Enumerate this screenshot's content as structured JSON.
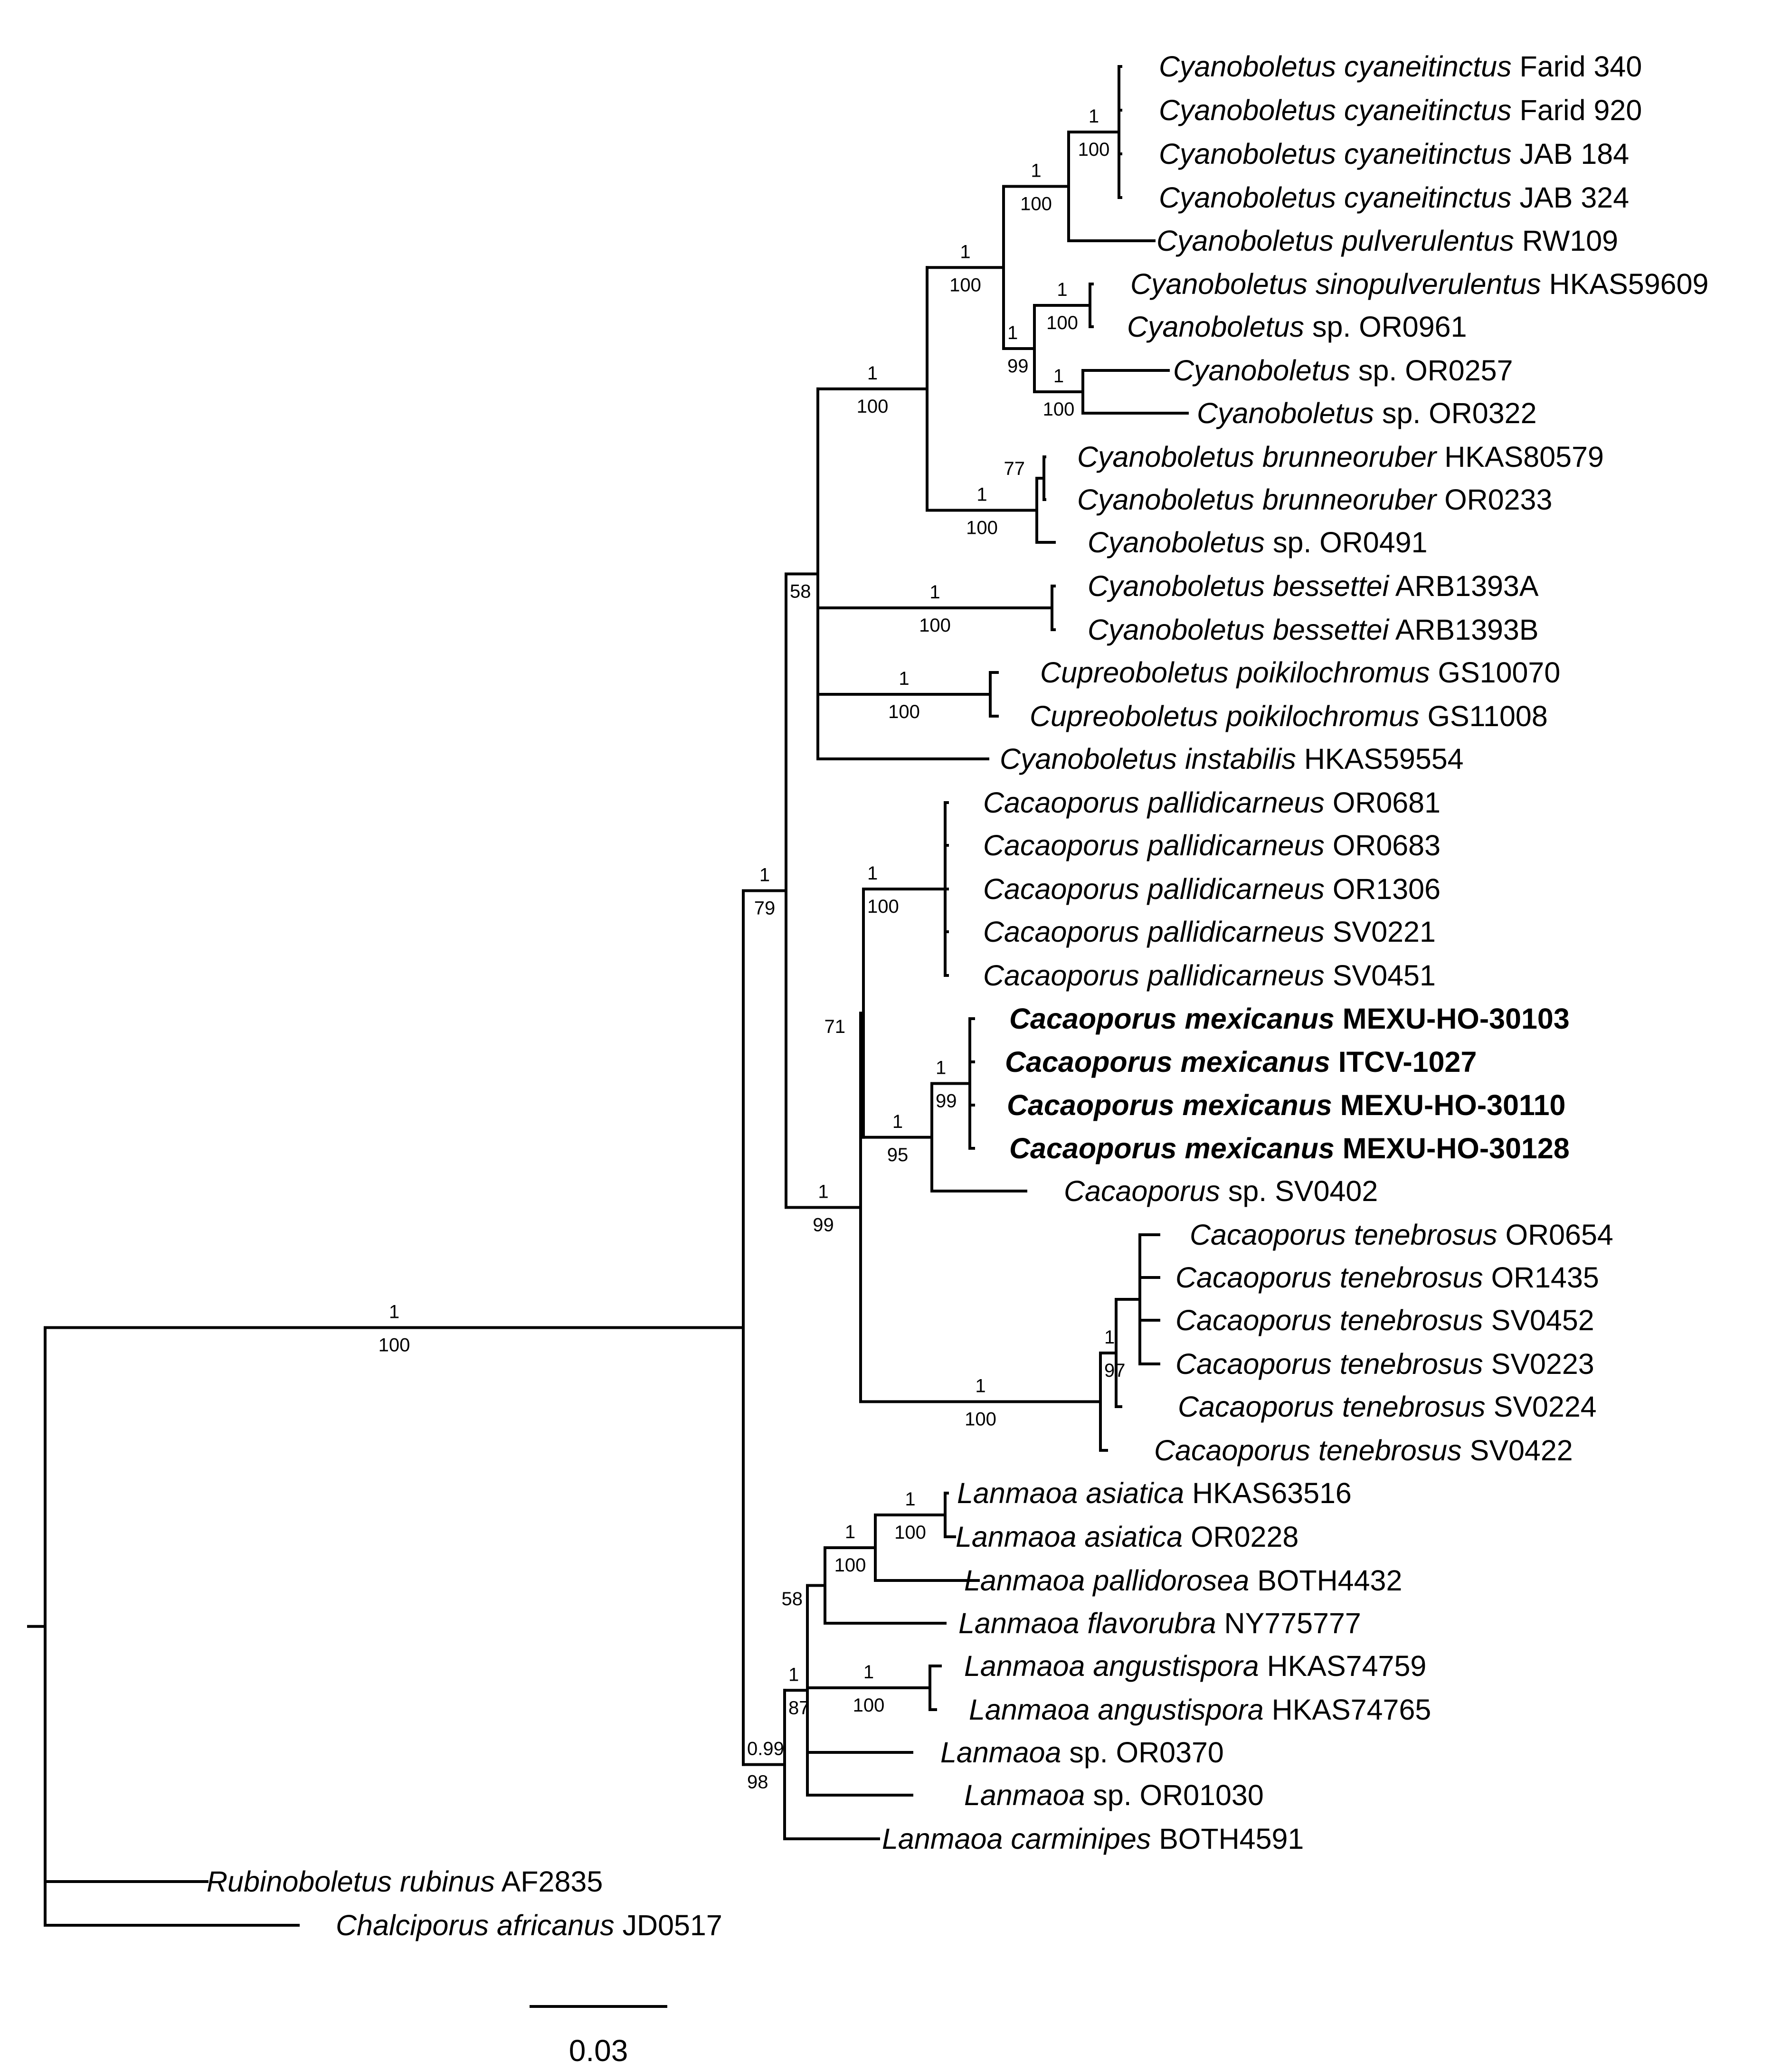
{
  "taxa": [
    {
      "id": "t1",
      "genus": "Cyanoboletus",
      "epithet": "cyaneitinctus",
      "voucher": "Farid  340"
    },
    {
      "id": "t2",
      "genus": "Cyanoboletus",
      "epithet": "cyaneitinctus",
      "voucher": "Farid  920"
    },
    {
      "id": "t3",
      "genus": "Cyanoboletus",
      "epithet": "cyaneitinctus",
      "voucher": "JAB  184"
    },
    {
      "id": "t4",
      "genus": "Cyanoboletus",
      "epithet": "cyaneitinctus",
      "voucher": "JAB  324"
    },
    {
      "id": "t5",
      "genus": "Cyanoboletus",
      "epithet": "pulverulentus",
      "voucher": "RW109"
    },
    {
      "id": "t6",
      "genus": "Cyanoboletus",
      "epithet": "sinopulverulentus",
      "voucher": "HKAS59609"
    },
    {
      "id": "t7",
      "genus": "Cyanoboletus",
      "epithet": "sp.",
      "voucher": "OR0961"
    },
    {
      "id": "t8",
      "genus": "Cyanoboletus",
      "epithet": "sp.",
      "voucher": "OR0257"
    },
    {
      "id": "t9",
      "genus": "Cyanoboletus",
      "epithet": "sp.",
      "voucher": "OR0322"
    },
    {
      "id": "t10",
      "genus": "Cyanoboletus",
      "epithet": "brunneoruber",
      "voucher": "HKAS80579"
    },
    {
      "id": "t11",
      "genus": "Cyanoboletus",
      "epithet": "brunneoruber",
      "voucher": "OR0233"
    },
    {
      "id": "t12",
      "genus": "Cyanoboletus",
      "epithet": "sp.",
      "voucher": "OR0491"
    },
    {
      "id": "t13",
      "genus": "Cyanoboletus",
      "epithet": "bessettei",
      "voucher": "ARB1393A"
    },
    {
      "id": "t14",
      "genus": "Cyanoboletus",
      "epithet": "bessettei",
      "voucher": "ARB1393B"
    },
    {
      "id": "t15",
      "genus": "Cupreoboletus",
      "epithet": "poikilochromus",
      "voucher": "GS10070"
    },
    {
      "id": "t16",
      "genus": "Cupreoboletus",
      "epithet": "poikilochromus",
      "voucher": "GS11008"
    },
    {
      "id": "t17",
      "genus": "Cyanoboletus",
      "epithet": "instabilis",
      "voucher": "HKAS59554"
    },
    {
      "id": "t18",
      "genus": "Cacaoporus",
      "epithet": "pallidicarneus",
      "voucher": "OR0681"
    },
    {
      "id": "t19",
      "genus": "Cacaoporus",
      "epithet": "pallidicarneus",
      "voucher": "OR0683"
    },
    {
      "id": "t20",
      "genus": "Cacaoporus",
      "epithet": "pallidicarneus",
      "voucher": "OR1306"
    },
    {
      "id": "t21",
      "genus": "Cacaoporus",
      "epithet": "pallidicarneus",
      "voucher": "SV0221"
    },
    {
      "id": "t22",
      "genus": "Cacaoporus",
      "epithet": "pallidicarneus",
      "voucher": "SV0451"
    },
    {
      "id": "t23",
      "genus": "Cacaoporus",
      "epithet": "mexicanus",
      "voucher": "MEXU-HO-30103",
      "bold": true
    },
    {
      "id": "t24",
      "genus": "Cacaoporus",
      "epithet": "mexicanus",
      "voucher": "ITCV-1027",
      "bold": true
    },
    {
      "id": "t25",
      "genus": "Cacaoporus",
      "epithet": "mexicanus",
      "voucher": "MEXU-HO-30110",
      "bold": true
    },
    {
      "id": "t26",
      "genus": "Cacaoporus",
      "epithet": "mexicanus",
      "voucher": "MEXU-HO-30128",
      "bold": true
    },
    {
      "id": "t27",
      "genus": "Cacaoporus",
      "epithet": "sp.",
      "voucher": "SV0402"
    },
    {
      "id": "t28",
      "genus": "Cacaoporus",
      "epithet": "tenebrosus",
      "voucher": "OR0654"
    },
    {
      "id": "t29",
      "genus": "Cacaoporus",
      "epithet": "tenebrosus",
      "voucher": "OR1435"
    },
    {
      "id": "t30",
      "genus": "Cacaoporus",
      "epithet": "tenebrosus",
      "voucher": "SV0452"
    },
    {
      "id": "t31",
      "genus": "Cacaoporus",
      "epithet": "tenebrosus",
      "voucher": "SV0223"
    },
    {
      "id": "t32",
      "genus": "Cacaoporus",
      "epithet": "tenebrosus",
      "voucher": "SV0224"
    },
    {
      "id": "t33",
      "genus": "Cacaoporus",
      "epithet": "tenebrosus",
      "voucher": "SV0422"
    },
    {
      "id": "t34",
      "genus": "Lanmaoa",
      "epithet": "asiatica",
      "voucher": "HKAS63516"
    },
    {
      "id": "t35",
      "genus": "Lanmaoa",
      "epithet": "asiatica",
      "voucher": "OR0228"
    },
    {
      "id": "t36",
      "genus": "Lanmaoa",
      "epithet": "pallidorosea",
      "voucher": "BOTH4432"
    },
    {
      "id": "t37",
      "genus": "Lanmaoa",
      "epithet": "flavorubra",
      "voucher": "NY775777"
    },
    {
      "id": "t38",
      "genus": "Lanmaoa",
      "epithet": "angustispora",
      "voucher": "HKAS74759"
    },
    {
      "id": "t39",
      "genus": "Lanmaoa",
      "epithet": "angustispora",
      "voucher": "HKAS74765"
    },
    {
      "id": "t40",
      "genus": "Lanmaoa",
      "epithet": "sp.",
      "voucher": "OR0370"
    },
    {
      "id": "t41",
      "genus": "Lanmaoa",
      "epithet": "sp.",
      "voucher": "OR01030"
    },
    {
      "id": "t42",
      "genus": "Lanmaoa",
      "epithet": "carminipes",
      "voucher": "BOTH4591"
    },
    {
      "id": "t43",
      "genus": "Rubinoboletus",
      "epithet": "rubinus",
      "voucher": "AF2835"
    },
    {
      "id": "t44",
      "genus": "Chalciporus",
      "epithet": "africanus",
      "voucher": "JD0517"
    }
  ],
  "supports": [
    {
      "node": "n_cyan_cy",
      "pp": "1",
      "bs": "100"
    },
    {
      "node": "n_cyan_cyp",
      "pp": "1",
      "bs": "100"
    },
    {
      "node": "n_cyan_core",
      "pp": "1",
      "bs": "100"
    },
    {
      "node": "n_sino",
      "pp": "1",
      "bs": "100"
    },
    {
      "node": "n_or0257",
      "pp": "1",
      "bs": "100"
    },
    {
      "node": "n_sino_grp",
      "pp": "1",
      "bs": "99"
    },
    {
      "node": "n_cyan_big",
      "pp": "1",
      "bs": "100"
    },
    {
      "node": "n_brunneo",
      "pp": "77",
      "bs": ""
    },
    {
      "node": "n_brun_grp",
      "pp": "1",
      "bs": "100"
    },
    {
      "node": "n_bess",
      "pp": "1",
      "bs": "100"
    },
    {
      "node": "n_cupreo",
      "pp": "1",
      "bs": "100"
    },
    {
      "node": "n_cyan_clade",
      "pp": "",
      "bs": "58"
    },
    {
      "node": "n_pallid",
      "pp": "1",
      "bs": "100"
    },
    {
      "node": "n_mex",
      "pp": "1",
      "bs": "99"
    },
    {
      "node": "n_mex_sp",
      "pp": "1",
      "bs": "95"
    },
    {
      "node": "n_pal_mex",
      "pp": "71",
      "bs": ""
    },
    {
      "node": "n_tene_in",
      "pp": "1",
      "bs": "97"
    },
    {
      "node": "n_tene",
      "pp": "1",
      "bs": "100"
    },
    {
      "node": "n_cacao",
      "pp": "1",
      "bs": "99"
    },
    {
      "node": "n_upper",
      "pp": "1",
      "bs": "79"
    },
    {
      "node": "n_asia",
      "pp": "1",
      "bs": "100"
    },
    {
      "node": "n_asia_pal",
      "pp": "1",
      "bs": "100"
    },
    {
      "node": "n_asia_flav",
      "pp": "58",
      "bs": ""
    },
    {
      "node": "n_angus",
      "pp": "1",
      "bs": "100"
    },
    {
      "node": "n_lan_in",
      "pp": "1",
      "bs": "87"
    },
    {
      "node": "n_lan",
      "pp": "0.99",
      "bs": "98"
    },
    {
      "node": "n_ingroup",
      "pp": "1",
      "bs": "100"
    }
  ],
  "scale_bar": {
    "label": "0.03",
    "length": 0.03
  }
}
